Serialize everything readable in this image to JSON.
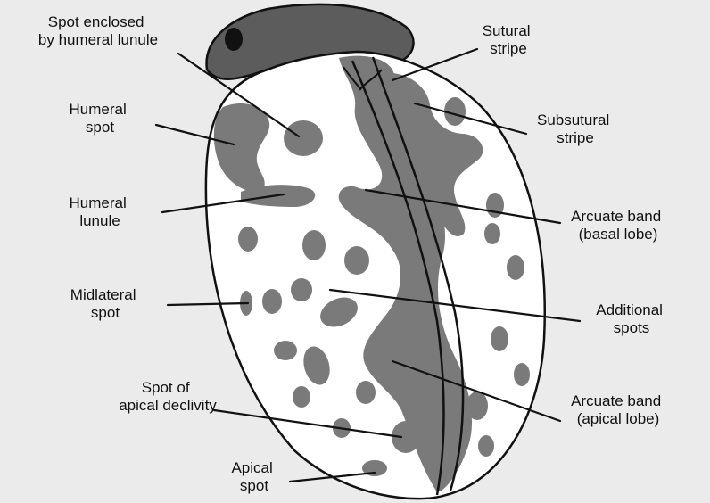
{
  "labels": {
    "spot_enclosed": [
      "Spot enclosed",
      "by humeral lunule"
    ],
    "sutural_stripe": [
      "Sutural",
      "stripe"
    ],
    "humeral_spot": [
      "Humeral",
      "spot"
    ],
    "subsutural_stripe": [
      "Subsutural",
      "stripe"
    ],
    "humeral_lunule": [
      "Humeral",
      "lunule"
    ],
    "arcuate_basal": [
      "Arcuate band",
      "(basal lobe)"
    ],
    "midlateral_spot": [
      "Midlateral",
      "spot"
    ],
    "additional_spots": [
      "Additional",
      "spots"
    ],
    "spot_apical_declivity": [
      "Spot of",
      "apical declivity"
    ],
    "arcuate_apical": [
      "Arcuate band",
      "(apical lobe)"
    ],
    "apical_spot": [
      "Apical",
      "spot"
    ]
  },
  "colors": {
    "background": "#ebebeb",
    "elytron": "#ffffff",
    "pattern": "#7a7a7a",
    "pronotum": "#5c5c5c",
    "outline": "#111111"
  }
}
